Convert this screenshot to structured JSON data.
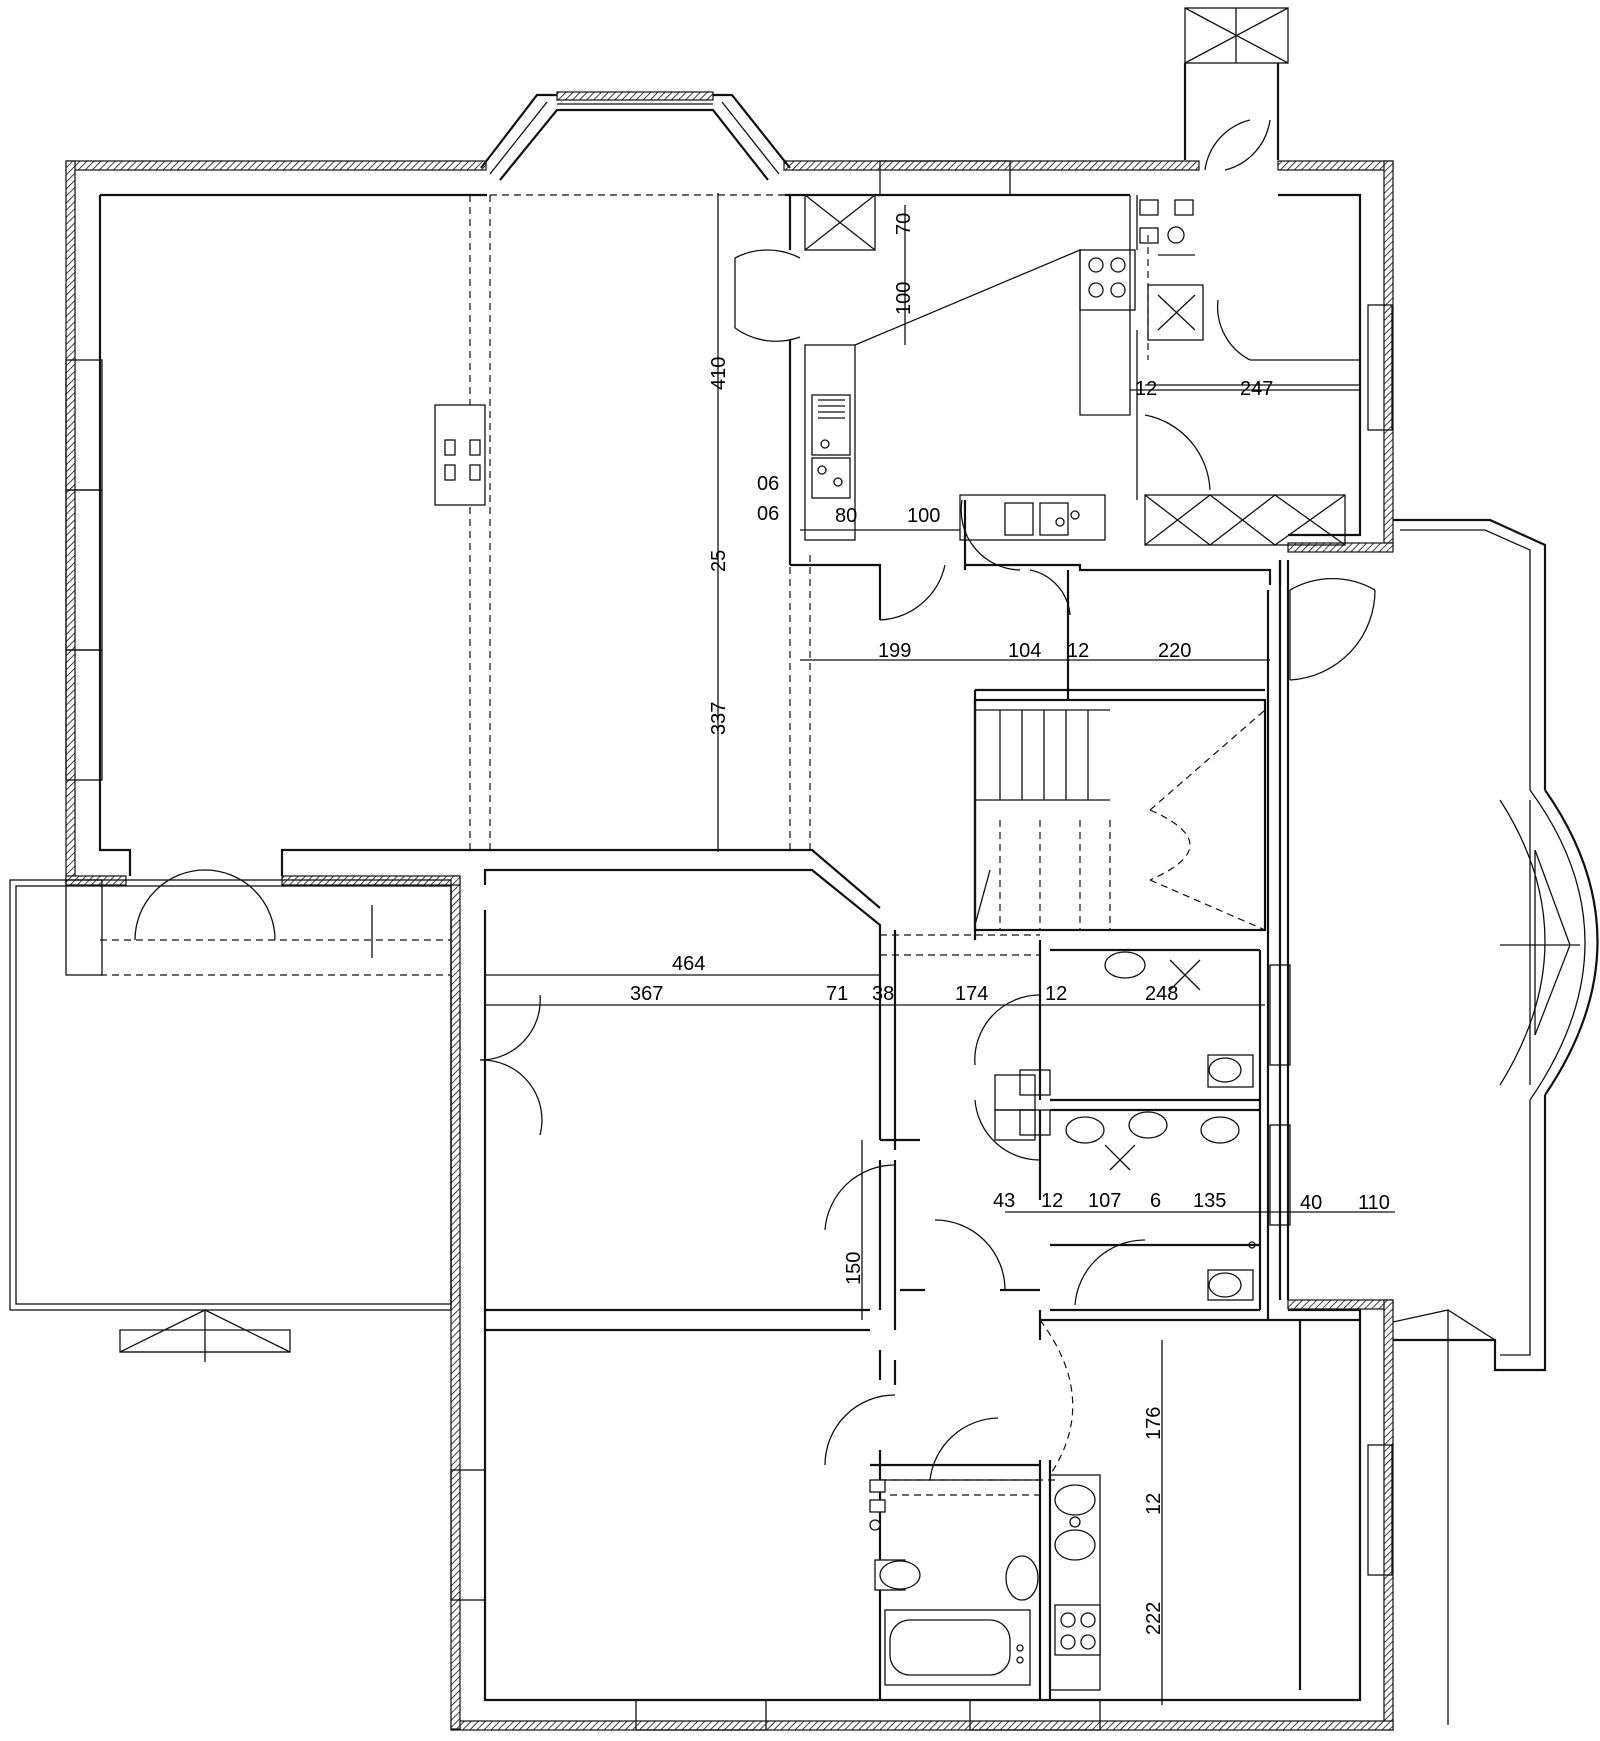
{
  "dimensions": [
    {
      "id": "d70",
      "text": "70"
    },
    {
      "id": "d100v",
      "text": "100"
    },
    {
      "id": "d410",
      "text": "410"
    },
    {
      "id": "d12a",
      "text": "12"
    },
    {
      "id": "d247",
      "text": "247"
    },
    {
      "id": "d06a",
      "text": "06"
    },
    {
      "id": "d06b",
      "text": "06"
    },
    {
      "id": "d80",
      "text": "80"
    },
    {
      "id": "d100h",
      "text": "100"
    },
    {
      "id": "d25",
      "text": "25"
    },
    {
      "id": "d199",
      "text": "199"
    },
    {
      "id": "d104",
      "text": "104"
    },
    {
      "id": "d12b",
      "text": "12"
    },
    {
      "id": "d220",
      "text": "220"
    },
    {
      "id": "d337",
      "text": "337"
    },
    {
      "id": "d464",
      "text": "464"
    },
    {
      "id": "d367",
      "text": "367"
    },
    {
      "id": "d71",
      "text": "71"
    },
    {
      "id": "d38",
      "text": "38"
    },
    {
      "id": "d174",
      "text": "174"
    },
    {
      "id": "d12c",
      "text": "12"
    },
    {
      "id": "d248",
      "text": "248"
    },
    {
      "id": "d43",
      "text": "43"
    },
    {
      "id": "d12d",
      "text": "12"
    },
    {
      "id": "d107",
      "text": "107"
    },
    {
      "id": "d6",
      "text": "6"
    },
    {
      "id": "d135",
      "text": "135"
    },
    {
      "id": "d40",
      "text": "40"
    },
    {
      "id": "d110",
      "text": "110"
    },
    {
      "id": "d150",
      "text": "150"
    },
    {
      "id": "d176",
      "text": "176"
    },
    {
      "id": "d12e",
      "text": "12"
    },
    {
      "id": "d222",
      "text": "222"
    }
  ]
}
